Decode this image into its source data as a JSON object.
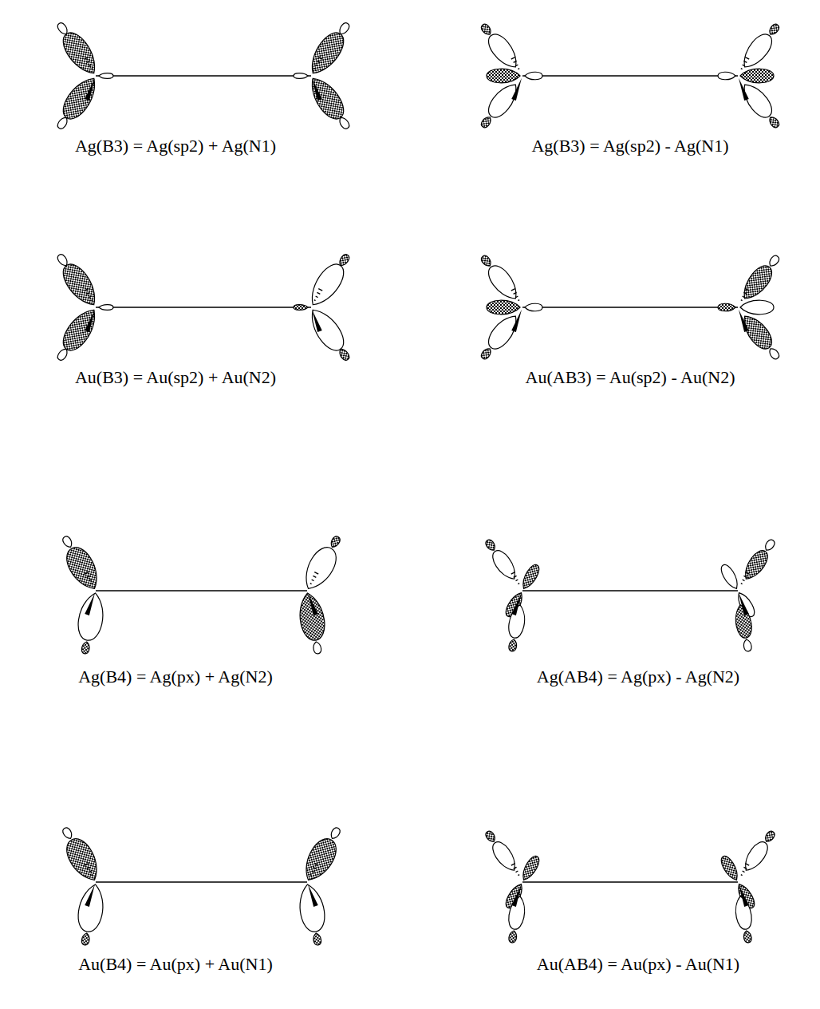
{
  "diagram": {
    "labels": [
      "Ag(B3) = Ag(sp2) + Ag(N1)",
      "Ag(B3) = Ag(sp2) - Ag(N1)",
      "Au(B3) = Au(sp2) + Au(N2)",
      "Au(AB3) = Au(sp2) - Au(N2)",
      "Ag(B4) = Ag(px) + Ag(N2)",
      "Ag(AB4) = Ag(px) - Ag(N2)",
      "Au(B4) = Au(px) + Au(N1)",
      "Au(AB4) = Au(px) - Au(N1)"
    ]
  }
}
